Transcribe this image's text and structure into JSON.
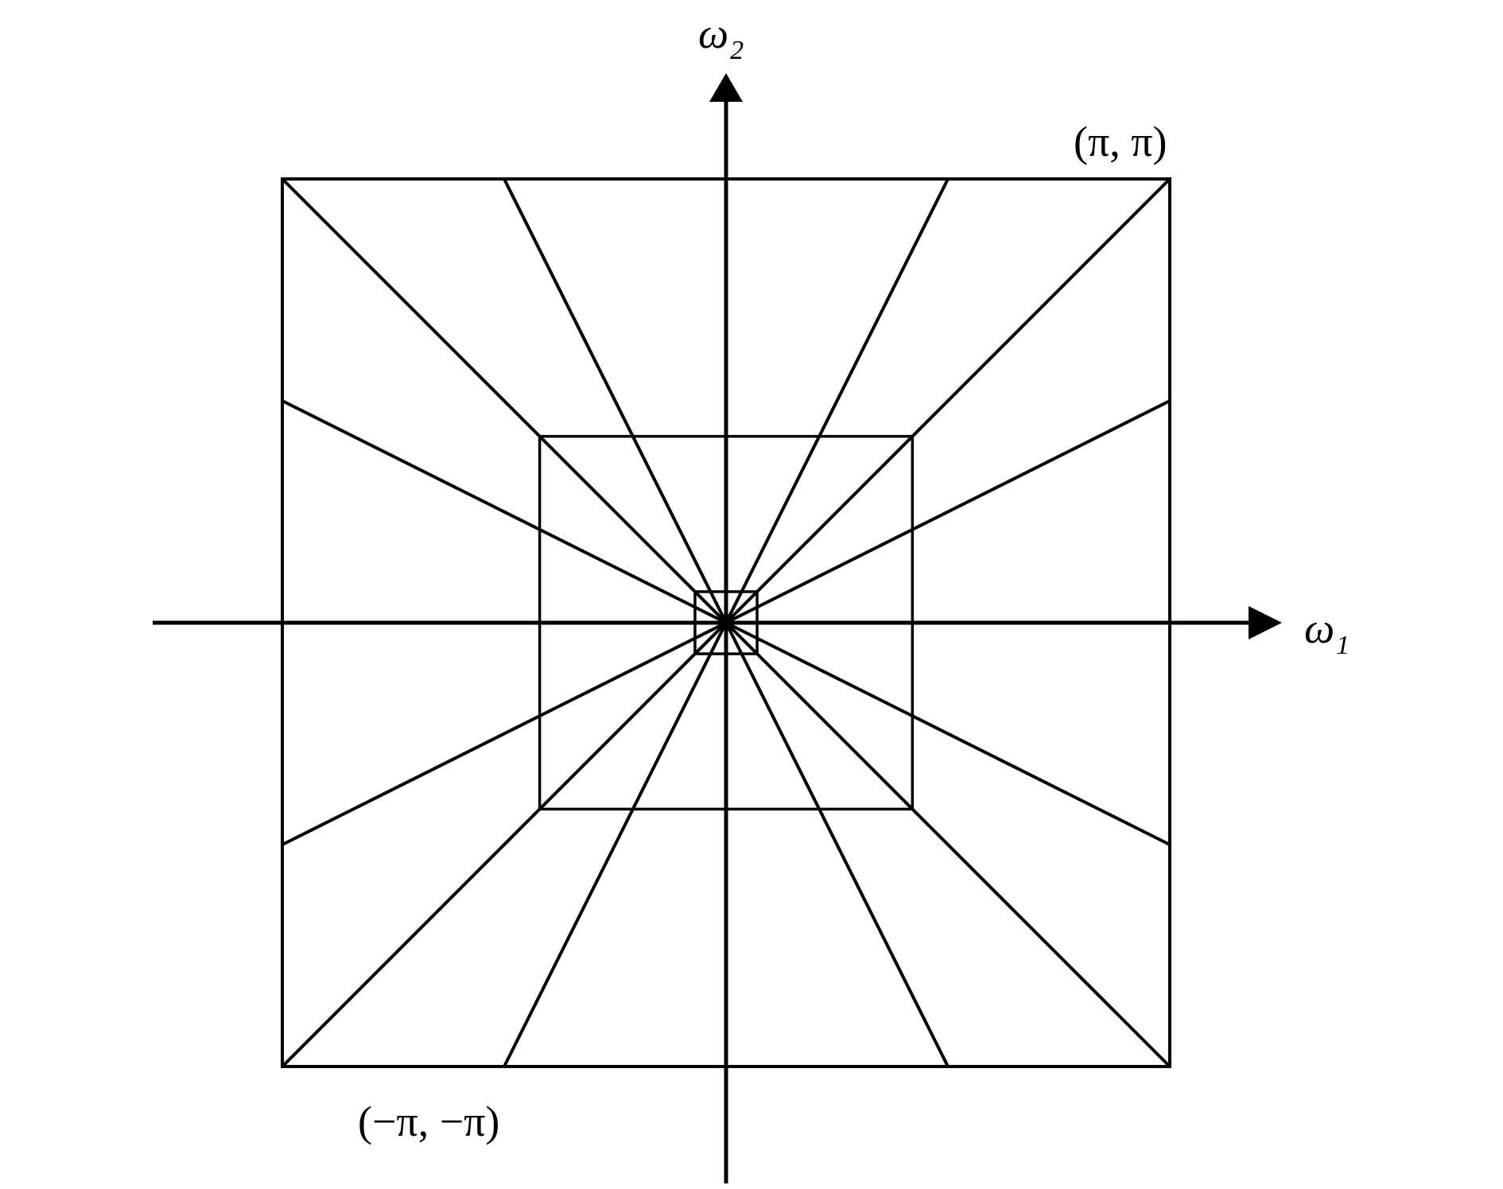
{
  "diagram": {
    "stroke_color": "#000000",
    "background": "#ffffff",
    "axes": {
      "x": {
        "symbol": "ω",
        "subscript": "1"
      },
      "y": {
        "symbol": "ω",
        "subscript": "2"
      }
    },
    "corner_labels": {
      "top_right": "(π, π)",
      "bottom_left": "(−π, −π)"
    },
    "nested_squares": [
      1.0,
      0.42,
      0.07
    ],
    "boundary_ray_points": [
      -1,
      -0.5,
      0,
      0.5,
      1
    ]
  }
}
